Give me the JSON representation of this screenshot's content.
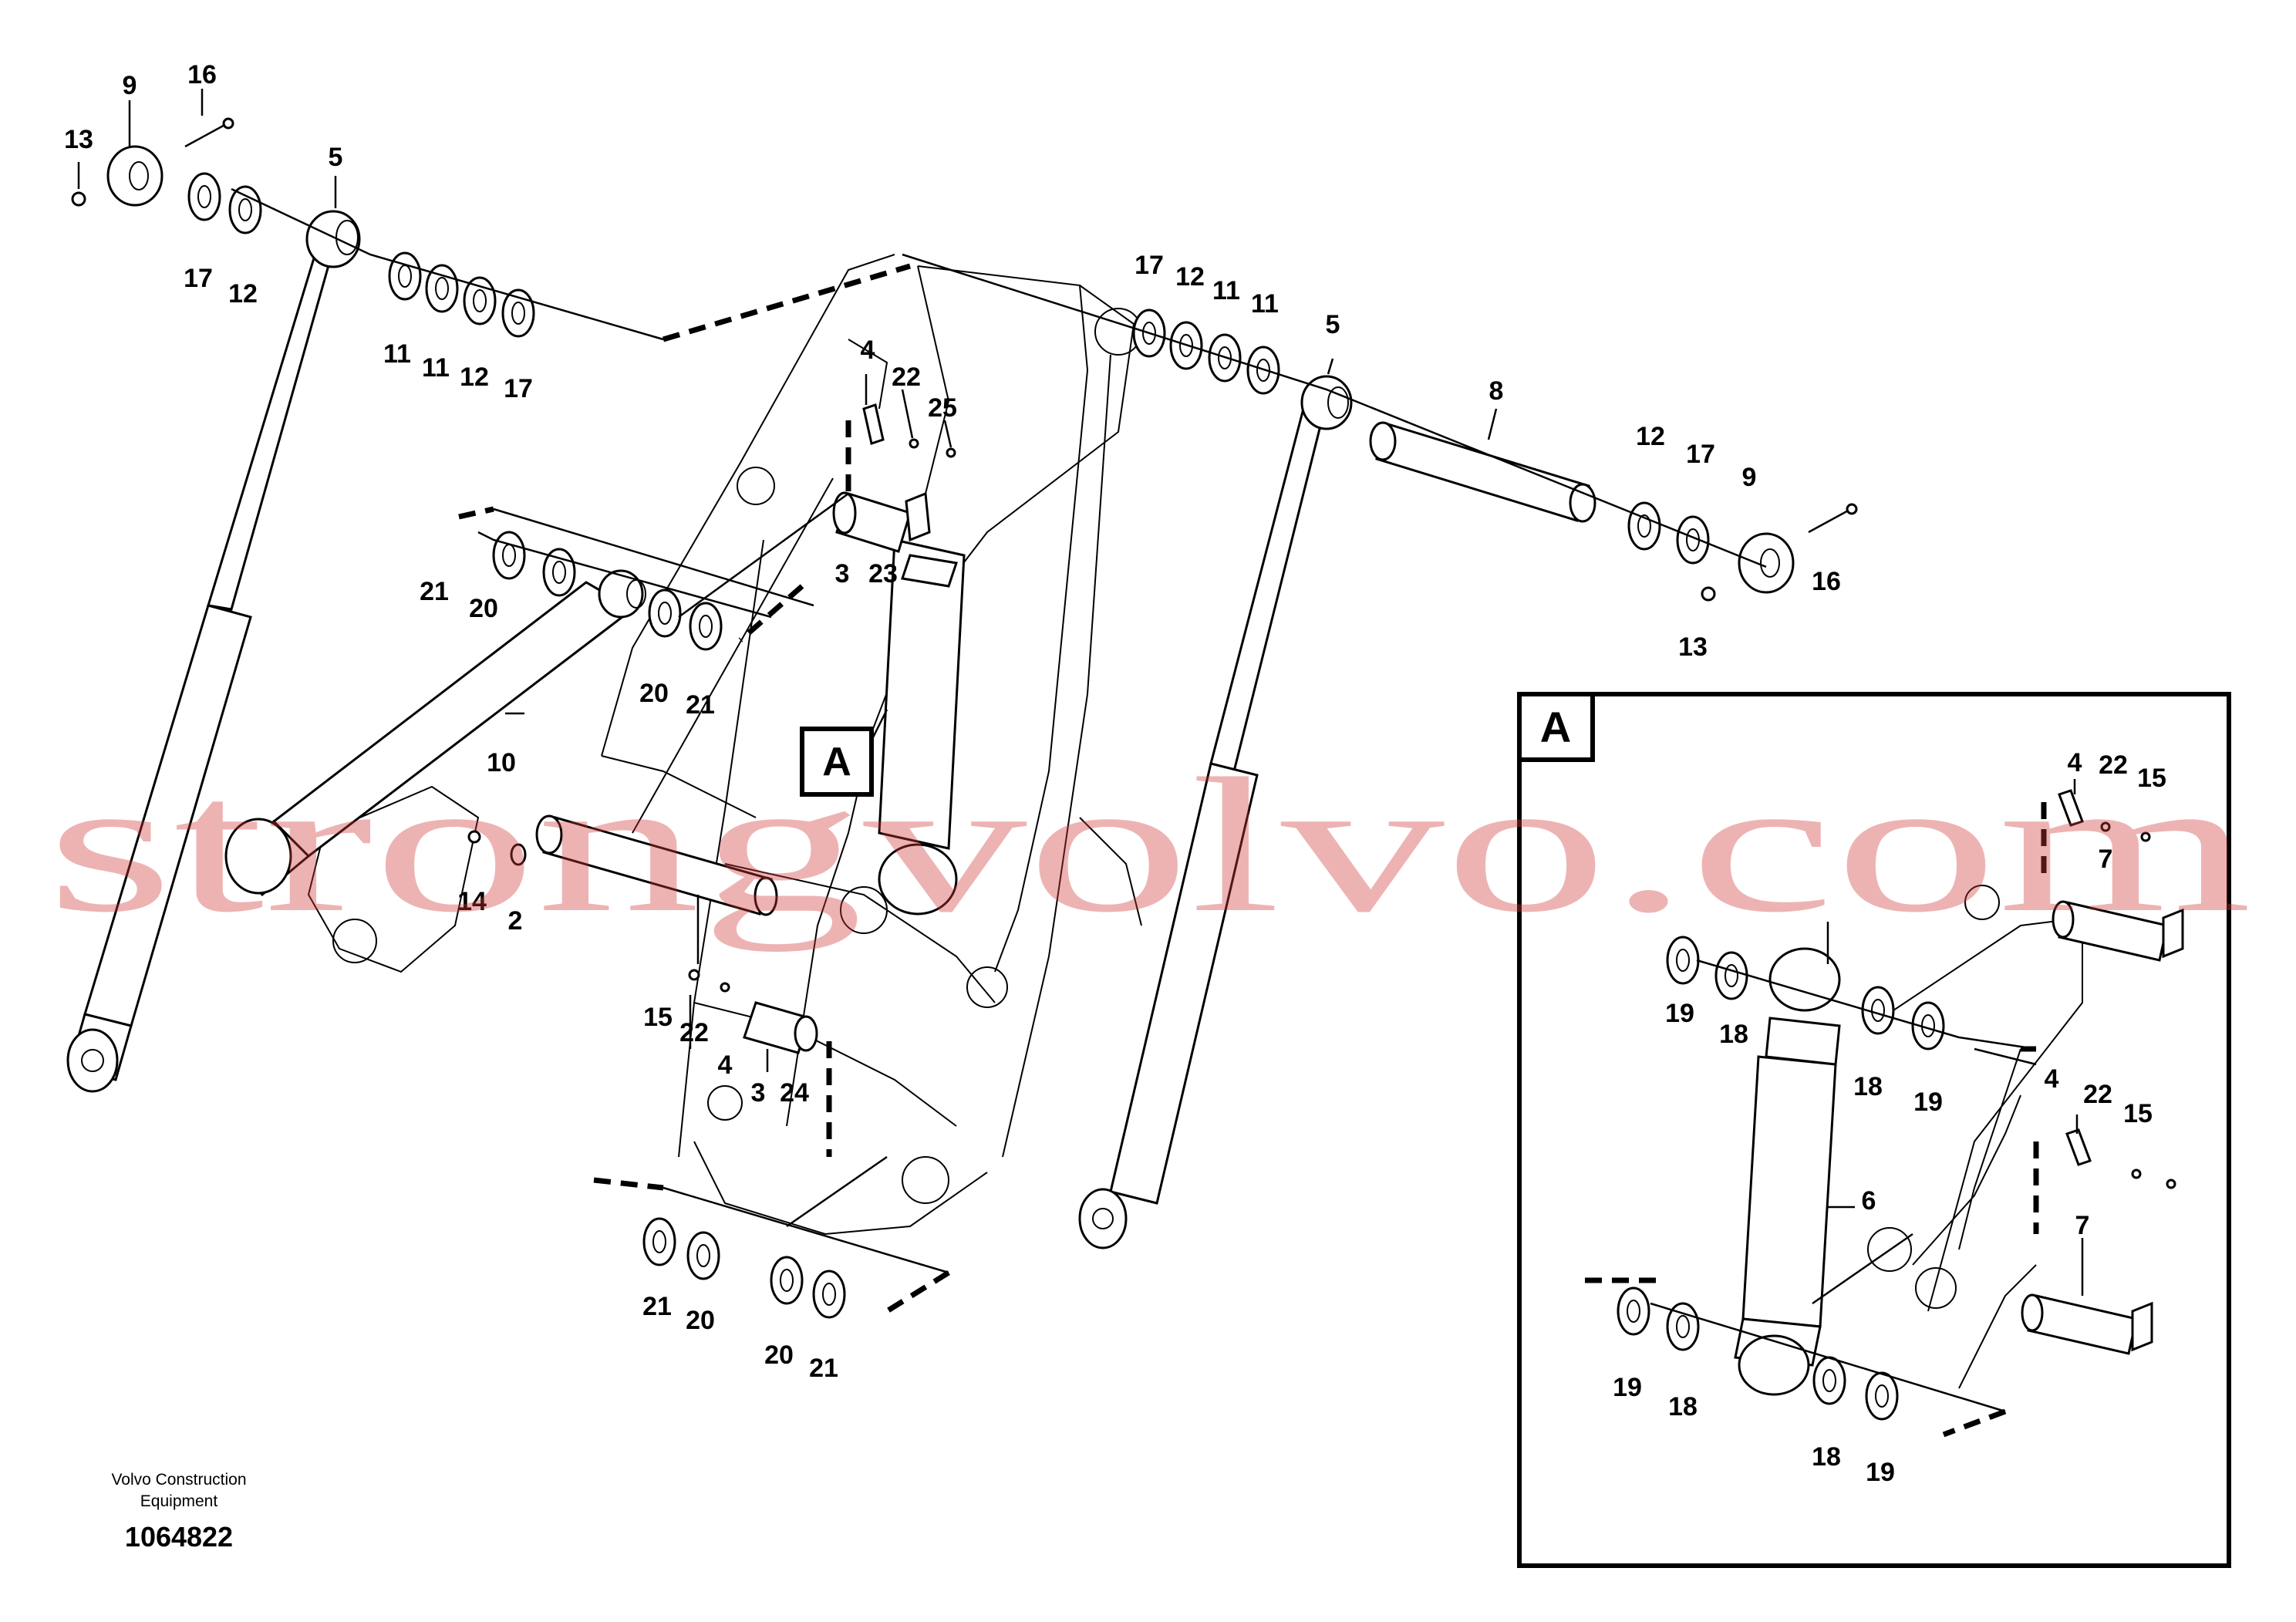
{
  "watermark": "strongvolvo.com",
  "footer": {
    "company_line1": "Volvo Construction",
    "company_line2": "Equipment",
    "drawing_number": "1064822"
  },
  "view_marker": "A",
  "detail_title": "A",
  "callouts": {
    "c9a": "9",
    "c16a": "16",
    "c13a": "13",
    "c5a": "5",
    "c17a": "17",
    "c12a": "12",
    "c11a": "11",
    "c11b": "11",
    "c12b": "12",
    "c17b": "17",
    "c17c": "17",
    "c12c": "12",
    "c11c": "11",
    "c11d": "11",
    "c5b": "5",
    "c8": "8",
    "c12d": "12",
    "c17d": "17",
    "c9b": "9",
    "c16b": "16",
    "c13b": "13",
    "c4a": "4",
    "c22a": "22",
    "c25": "25",
    "c3a": "3",
    "c23": "23",
    "c21a": "21",
    "c20a": "20",
    "c20b": "20",
    "c21b": "21",
    "c10": "10",
    "c14": "14",
    "c2": "2",
    "c15a": "15",
    "c22b": "22",
    "c4b": "4",
    "c3b": "3",
    "c24": "24",
    "c21c": "21",
    "c20c": "20",
    "c20d": "20",
    "c21d": "21",
    "d4a": "4",
    "d22a": "22",
    "d15a": "15",
    "d7a": "7",
    "d19a": "19",
    "d18a": "18",
    "d18b": "18",
    "d19b": "19",
    "d6": "6",
    "d4b": "4",
    "d22b": "22",
    "d15b": "15",
    "d7b": "7",
    "d19c": "19",
    "d18c": "18",
    "d18d": "18",
    "d19d": "19"
  }
}
